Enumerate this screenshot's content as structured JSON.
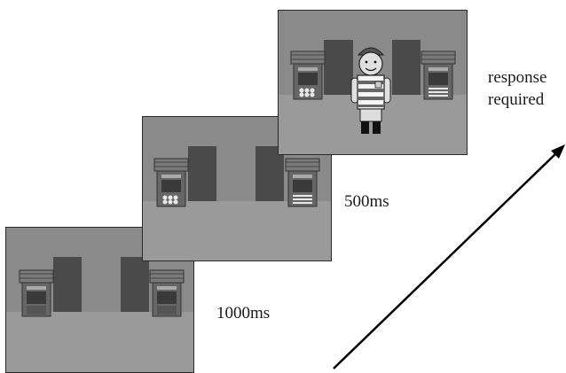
{
  "diagram": {
    "labels": {
      "frame1_duration": "1000ms",
      "frame2_duration": "500ms",
      "frame3_line1": "response",
      "frame3_line2": "required"
    },
    "frames": [
      {
        "name": "fixation-screen",
        "target": "none",
        "stall_items": [
          "empty",
          "empty"
        ]
      },
      {
        "name": "cue-screen",
        "target": "none",
        "stall_items": [
          "eggs",
          "stripes"
        ]
      },
      {
        "name": "target-screen",
        "target": "child",
        "stall_items": [
          "eggs",
          "stripes"
        ]
      }
    ],
    "colors": {
      "sky": "#8a8a8a",
      "ground": "#9a9a9a",
      "door": "#4a4a4a",
      "frame_border": "#2a2a2a",
      "arrow": "#000000"
    },
    "icons": [
      "market-stall-icon",
      "child-figure-icon",
      "time-arrow-icon"
    ]
  }
}
